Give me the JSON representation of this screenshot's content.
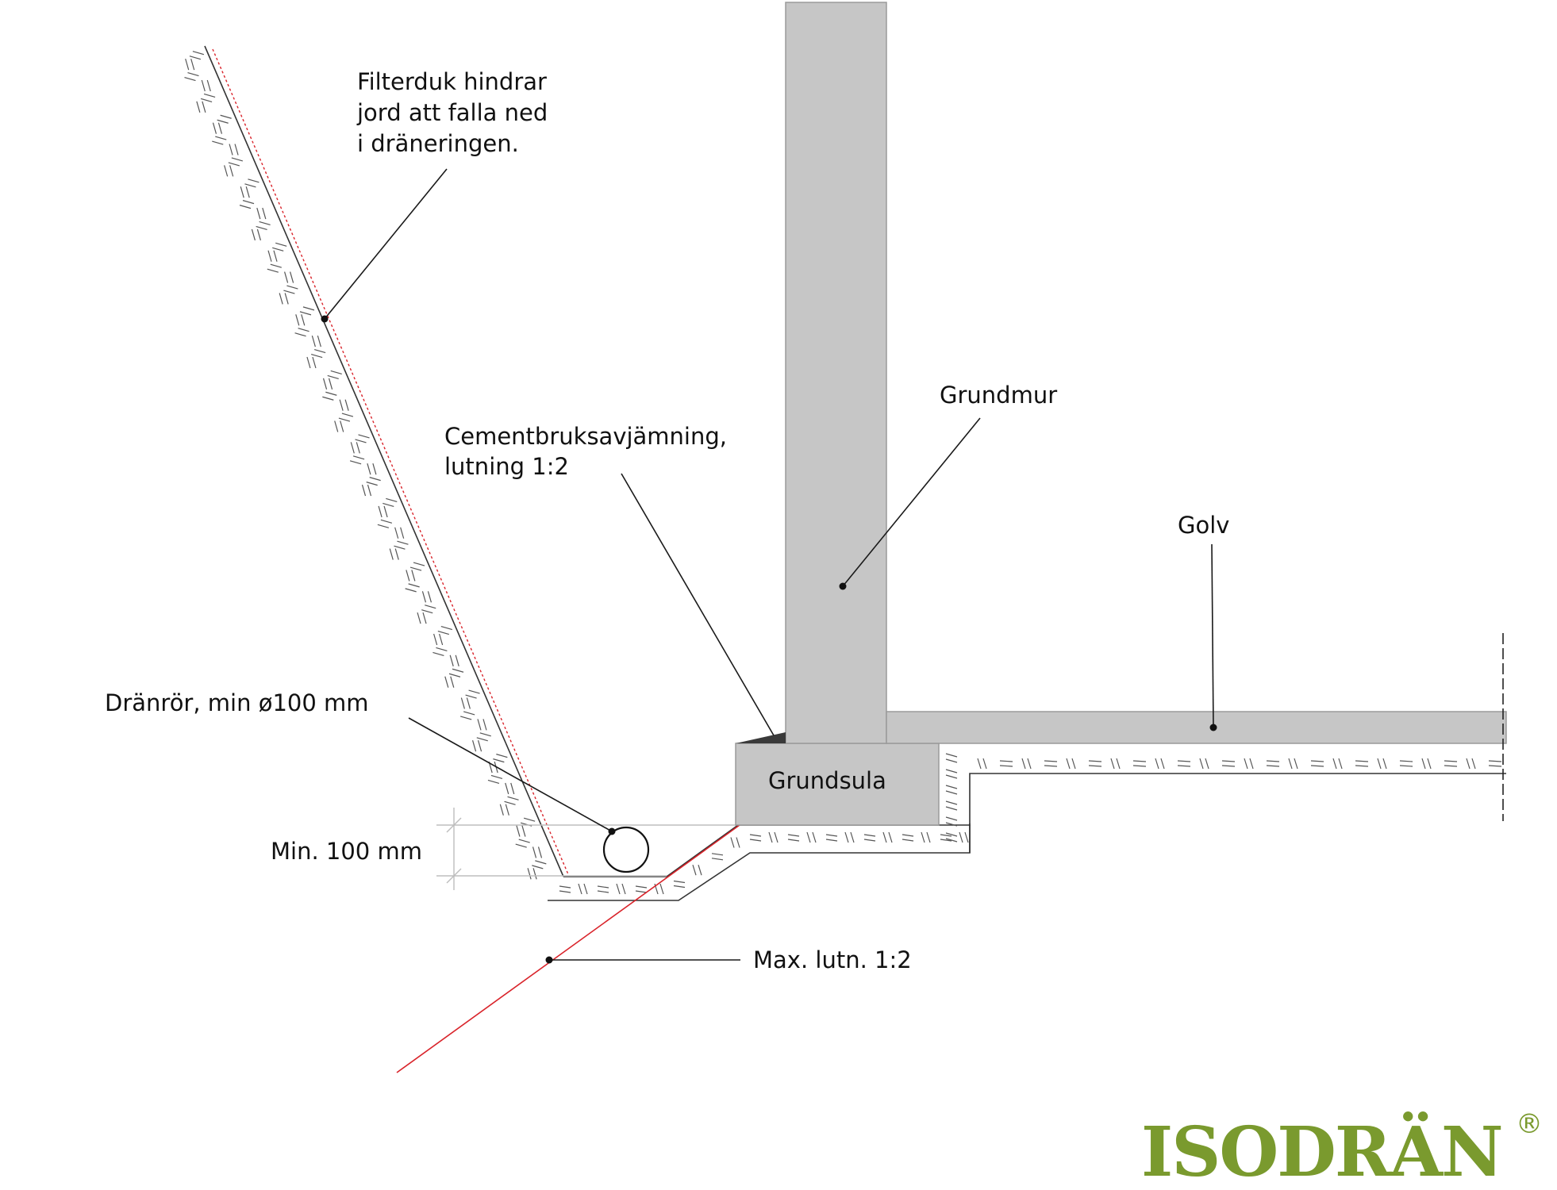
{
  "labels": {
    "filterduk": [
      "Filterduk hindrar",
      "jord att falla ned",
      "i dräneringen."
    ],
    "grundmur": "Grundmur",
    "cement": [
      "Cementbruksavjämning,",
      "lutning 1:2"
    ],
    "golv": "Golv",
    "dranror": "Dränrör, min ø100 mm",
    "grundsula": "Grundsula",
    "min100": "Min. 100 mm",
    "maxlutn": "Max. lutn. 1:2"
  },
  "logo": {
    "text": "ISODRÄN",
    "registered": "®",
    "color": "#7a9a2e"
  },
  "colors": {
    "concrete": "#c6c6c6",
    "concrete_edge": "#9a9a9a",
    "mortar": "#3a3a3a",
    "red_line": "#d9232a",
    "ink": "#111111"
  }
}
